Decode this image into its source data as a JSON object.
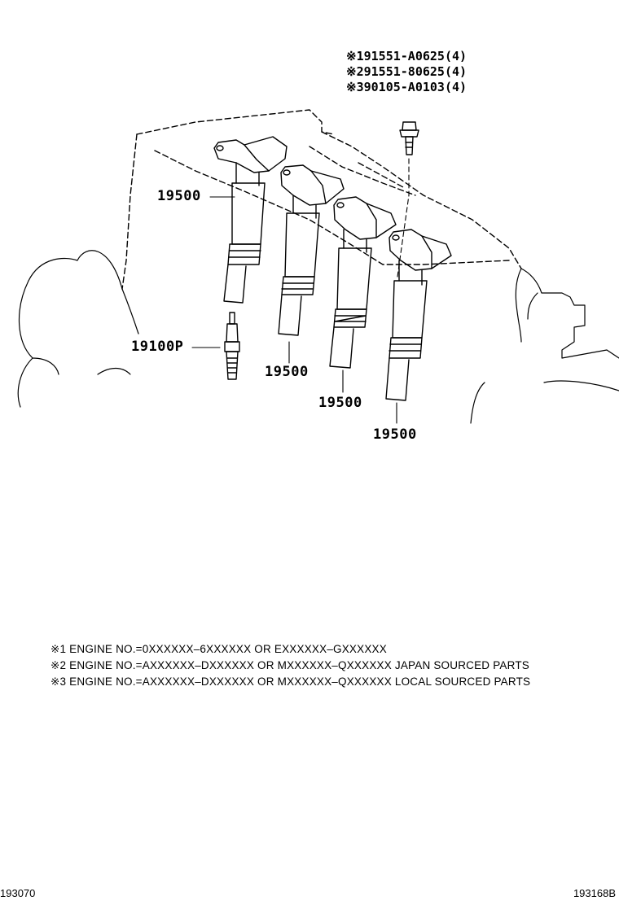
{
  "bolt_labels": [
    "※191551-A0625(4)",
    "※291551-80625(4)",
    "※390105-A0103(4)"
  ],
  "callouts": {
    "coil_1": "19500",
    "coil_2": "19500",
    "coil_3": "19500",
    "coil_4": "19500",
    "spark_plug": "19100P"
  },
  "notes": [
    "※1 ENGINE NO.=0XXXXXX–6XXXXXX OR EXXXXXX–GXXXXXX",
    "※2 ENGINE NO.=AXXXXXX–DXXXXXX OR MXXXXXX–QXXXXXX JAPAN SOURCED PARTS",
    "※3 ENGINE NO.=AXXXXXX–DXXXXXX OR MXXXXXX–QXXXXXX LOCAL SOURCED PARTS"
  ],
  "footer": {
    "left_code": "193070",
    "right_code": "193168B"
  }
}
